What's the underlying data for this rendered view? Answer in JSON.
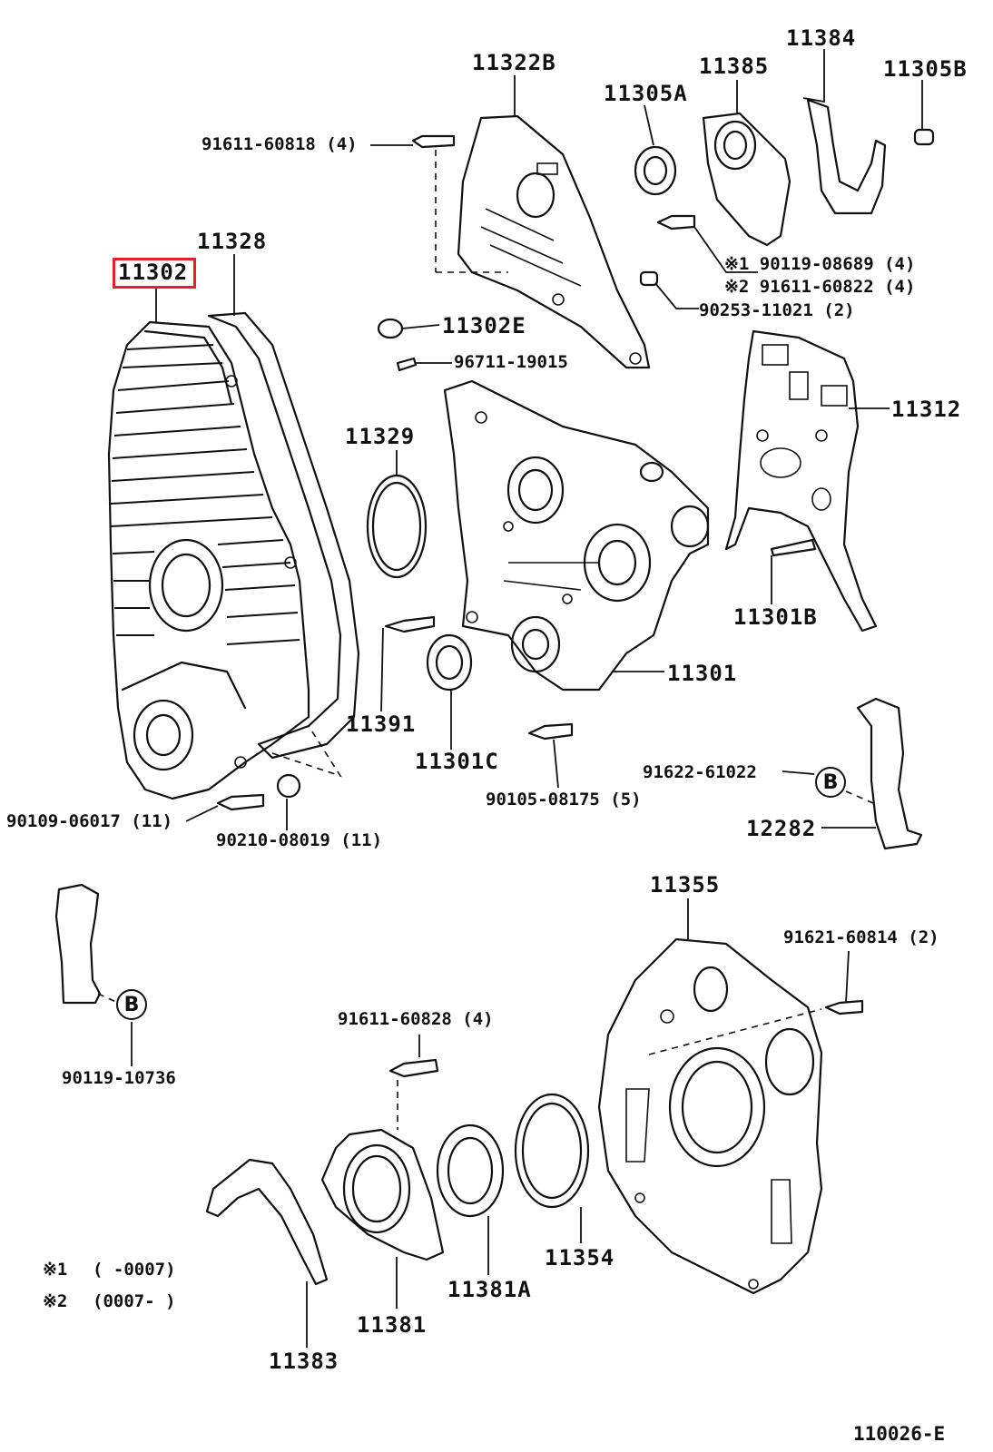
{
  "diagram": {
    "highlighted_part": "11302",
    "drawing_number": "110026-E",
    "parts": [
      {
        "id": "p11302",
        "label": "11302"
      },
      {
        "id": "p11328",
        "label": "11328"
      },
      {
        "id": "p11322b",
        "label": "11322B"
      },
      {
        "id": "p11305a",
        "label": "11305A"
      },
      {
        "id": "p11385",
        "label": "11385"
      },
      {
        "id": "p11384",
        "label": "11384"
      },
      {
        "id": "p11305b",
        "label": "11305B"
      },
      {
        "id": "p91611_60818",
        "label": "91611-60818 (4)"
      },
      {
        "id": "p90119_08689",
        "label": "※1 90119-08689 (4)"
      },
      {
        "id": "p91611_60822",
        "label": "※2 91611-60822 (4)"
      },
      {
        "id": "p90253_11021",
        "label": "90253-11021 (2)"
      },
      {
        "id": "p11302e",
        "label": "11302E"
      },
      {
        "id": "p96711_19015",
        "label": "96711-19015"
      },
      {
        "id": "p11312",
        "label": "11312"
      },
      {
        "id": "p11329",
        "label": "11329"
      },
      {
        "id": "p11301b",
        "label": "11301B"
      },
      {
        "id": "p11301",
        "label": "11301"
      },
      {
        "id": "p11391",
        "label": "11391"
      },
      {
        "id": "p11301c",
        "label": "11301C"
      },
      {
        "id": "p91622_61022",
        "label": "91622-61022"
      },
      {
        "id": "p90105_08175",
        "label": "90105-08175 (5)"
      },
      {
        "id": "p12282",
        "label": "12282"
      },
      {
        "id": "p90109_06017",
        "label": "90109-06017 (11)"
      },
      {
        "id": "p90210_08019",
        "label": "90210-08019 (11)"
      },
      {
        "id": "p11355",
        "label": "11355"
      },
      {
        "id": "p91621_60814",
        "label": "91621-60814 (2)"
      },
      {
        "id": "p90119_10736",
        "label": "90119-10736"
      },
      {
        "id": "p91611_60828",
        "label": "91611-60828 (4)"
      },
      {
        "id": "p11354",
        "label": "11354"
      },
      {
        "id": "p11381a",
        "label": "11381A"
      },
      {
        "id": "p11381",
        "label": "11381"
      },
      {
        "id": "p11383",
        "label": "11383"
      }
    ],
    "callout_b": "B",
    "notes": [
      {
        "mark": "※1",
        "range": "(        -0007)"
      },
      {
        "mark": "※2",
        "range": "(0007-        )"
      }
    ]
  }
}
